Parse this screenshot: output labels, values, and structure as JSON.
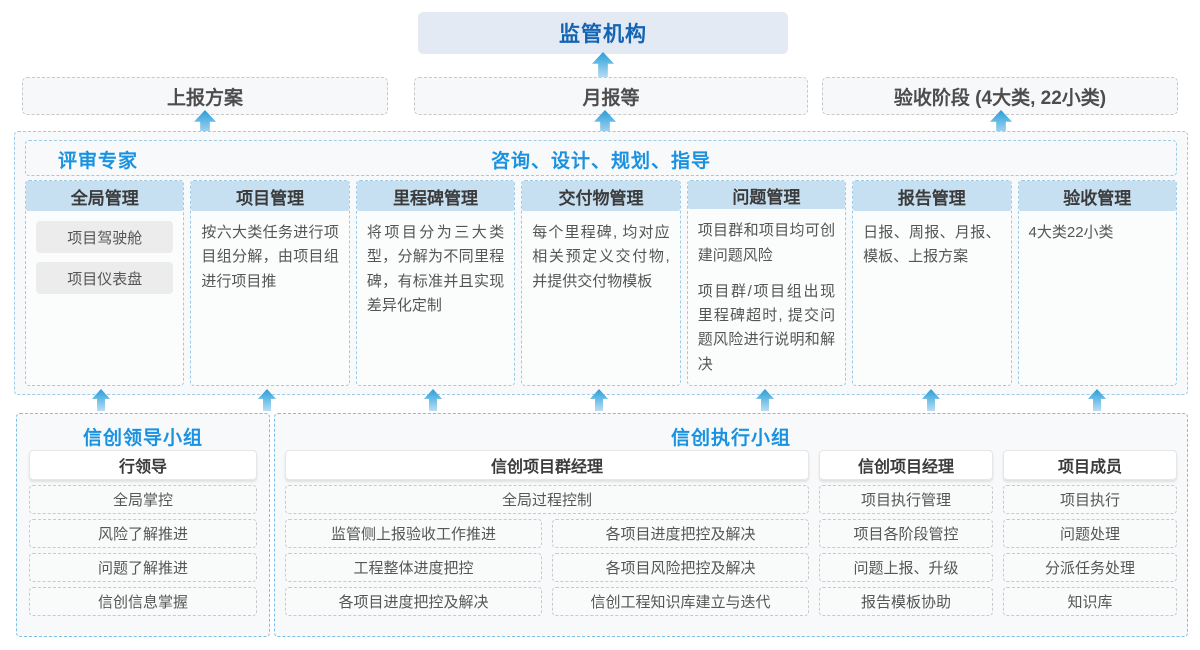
{
  "top": {
    "regulator": "监管机构",
    "submissions": [
      {
        "label": "上报方案"
      },
      {
        "label": "月报等"
      },
      {
        "label": "验收阶段 (4大类, 22小类)"
      }
    ]
  },
  "middle": {
    "band_left_label": "评审专家",
    "band_center_label": "咨询、设计、规划、指导",
    "columns": [
      {
        "header": "全局管理",
        "pills": [
          "项目驾驶舱",
          "项目仪表盘"
        ],
        "paragraphs": []
      },
      {
        "header": "项目管理",
        "pills": [],
        "paragraphs": [
          "按六大类任务进行项目组分解，由项目组进行项目推"
        ]
      },
      {
        "header": "里程碑管理",
        "pills": [],
        "paragraphs": [
          "将项目分为三大类型，分解为不同里程碑，有标准并且实现差异化定制"
        ]
      },
      {
        "header": "交付物管理",
        "pills": [],
        "paragraphs": [
          "每个里程碑, 均对应相关预定义交付物, 并提供交付物模板"
        ]
      },
      {
        "header": "问题管理",
        "pills": [],
        "paragraphs": [
          "项目群和项目均可创建问题风险",
          "项目群/项目组出现里程碑超时, 提交问题风险进行说明和解决"
        ]
      },
      {
        "header": "报告管理",
        "pills": [],
        "paragraphs": [
          "日报、周报、月报、模板、上报方案"
        ]
      },
      {
        "header": "验收管理",
        "pills": [],
        "paragraphs": [
          "4大类22小类"
        ]
      }
    ]
  },
  "bottom": {
    "leading_group": {
      "title": "信创领导小组",
      "role": "行领导",
      "tasks": [
        "全局掌控",
        "风险了解推进",
        "问题了解推进",
        "信创信息掌握"
      ]
    },
    "exec_group": {
      "title": "信创执行小组",
      "program_manager": {
        "role": "信创项目群经理",
        "full_task": "全局过程控制",
        "left_tasks": [
          "监管侧上报验收工作推进",
          "工程整体进度把控",
          "各项目进度把控及解决"
        ],
        "right_tasks": [
          "各项目进度把控及解决",
          "各项目风险把控及解决",
          "信创工程知识库建立与迭代"
        ]
      },
      "project_manager": {
        "role": "信创项目经理",
        "tasks": [
          "项目执行管理",
          "项目各阶段管控",
          "问题上报、升级",
          "报告模板协助"
        ]
      },
      "members": {
        "role": "项目成员",
        "tasks": [
          "项目执行",
          "问题处理",
          "分派任务处理",
          "知识库"
        ]
      }
    }
  },
  "colors": {
    "accent": "#1b92e0",
    "regulator_bg": "#e3eaf4",
    "column_header_bg": "#c6dff1",
    "pill_bg": "#ececec"
  }
}
